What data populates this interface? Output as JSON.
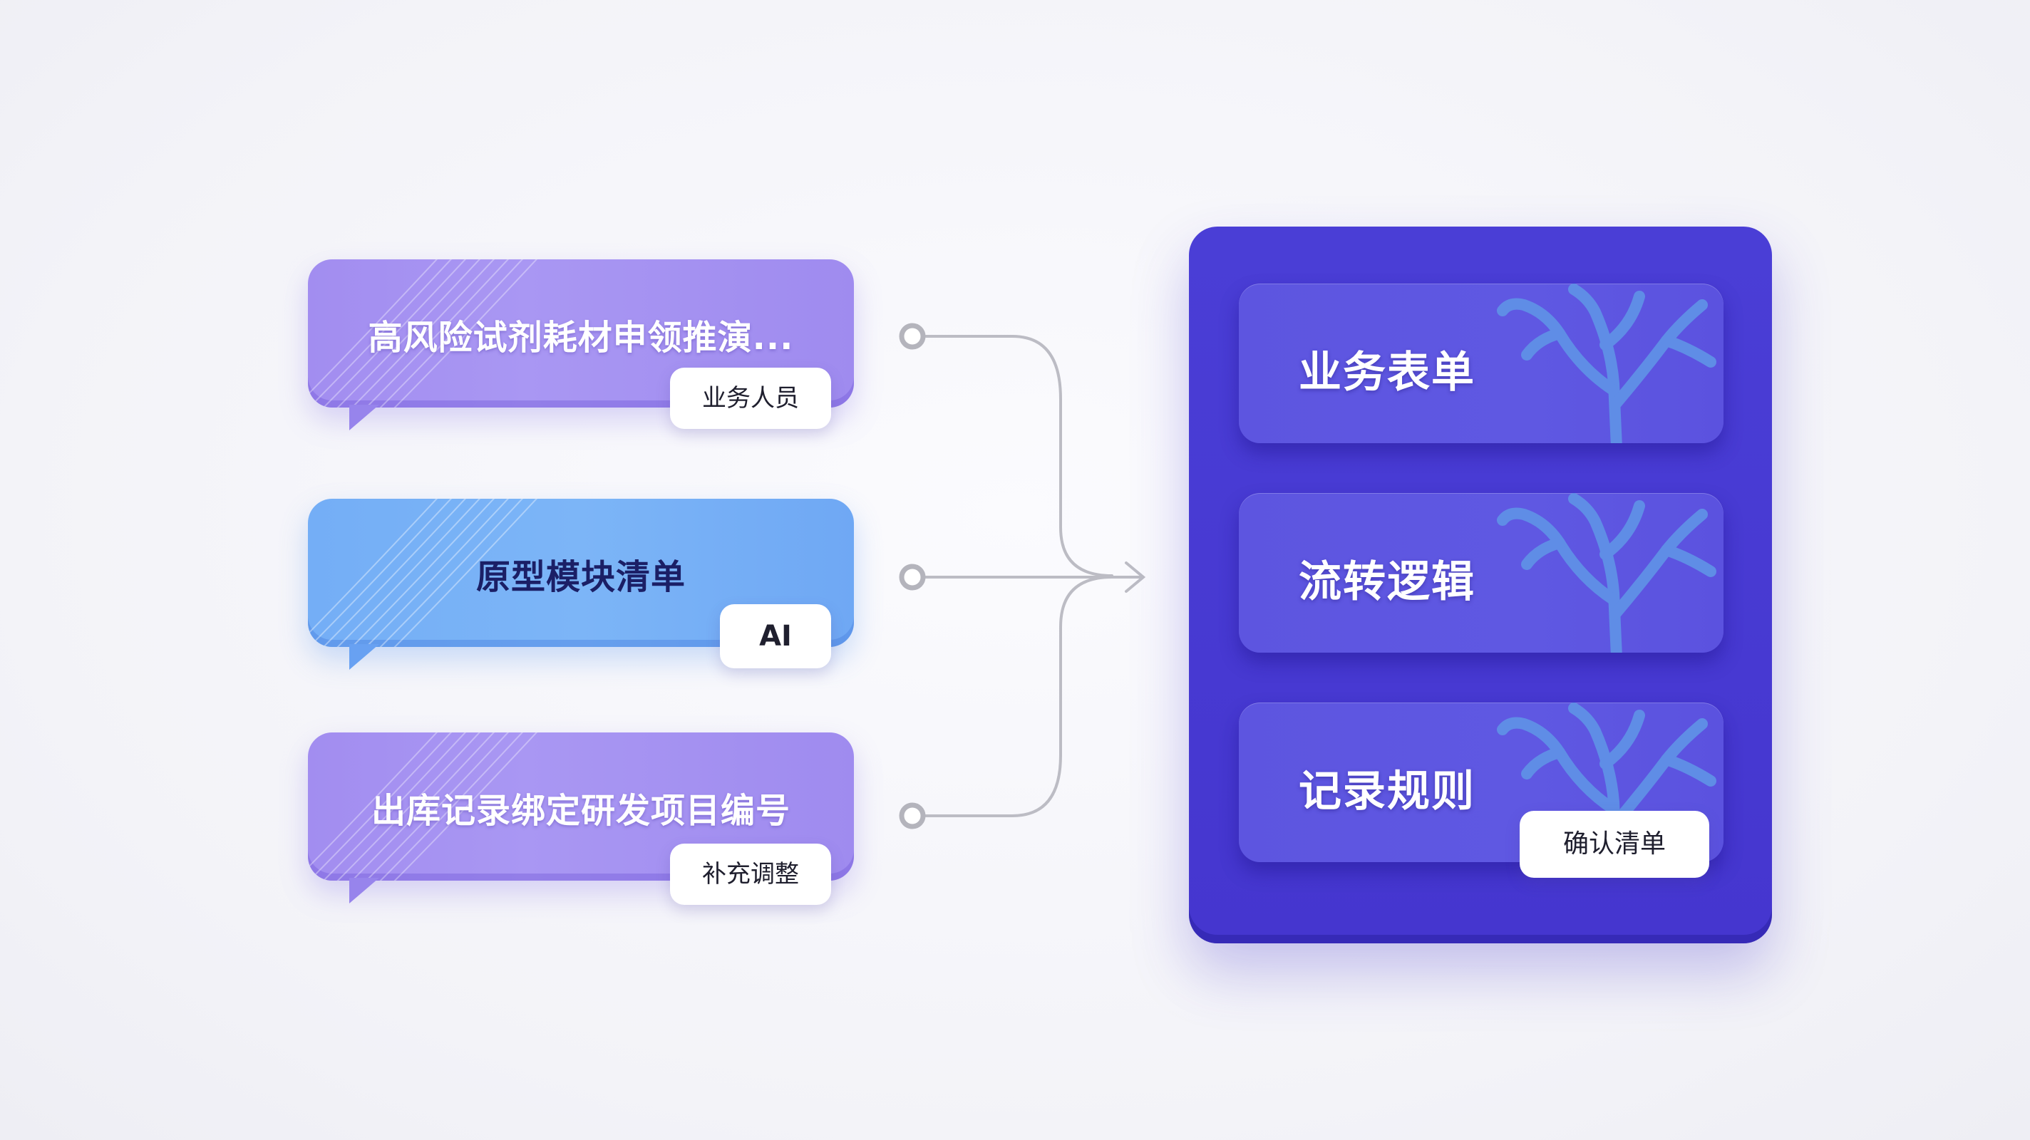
{
  "inputs": [
    {
      "title": "高风险试剂耗材申领推演...",
      "tag": "业务人员"
    },
    {
      "title": "原型模块清单",
      "tag": "AI"
    },
    {
      "title": "出库记录绑定研发项目编号",
      "tag": "补充调整"
    }
  ],
  "outputs": {
    "items": [
      "业务表单",
      "流转逻辑",
      "记录规则"
    ],
    "confirm_tag": "确认清单"
  },
  "colors": {
    "purple_card": "#a28df0",
    "blue_card": "#74aef6",
    "panel": "#4a3ed6",
    "panel_card": "#5d55e0",
    "tree": "#5f8de6",
    "connector": "#b9b9c2"
  },
  "icons": [
    "speech-bubble-tail",
    "branch-tree-icon",
    "arrow-right-icon"
  ]
}
